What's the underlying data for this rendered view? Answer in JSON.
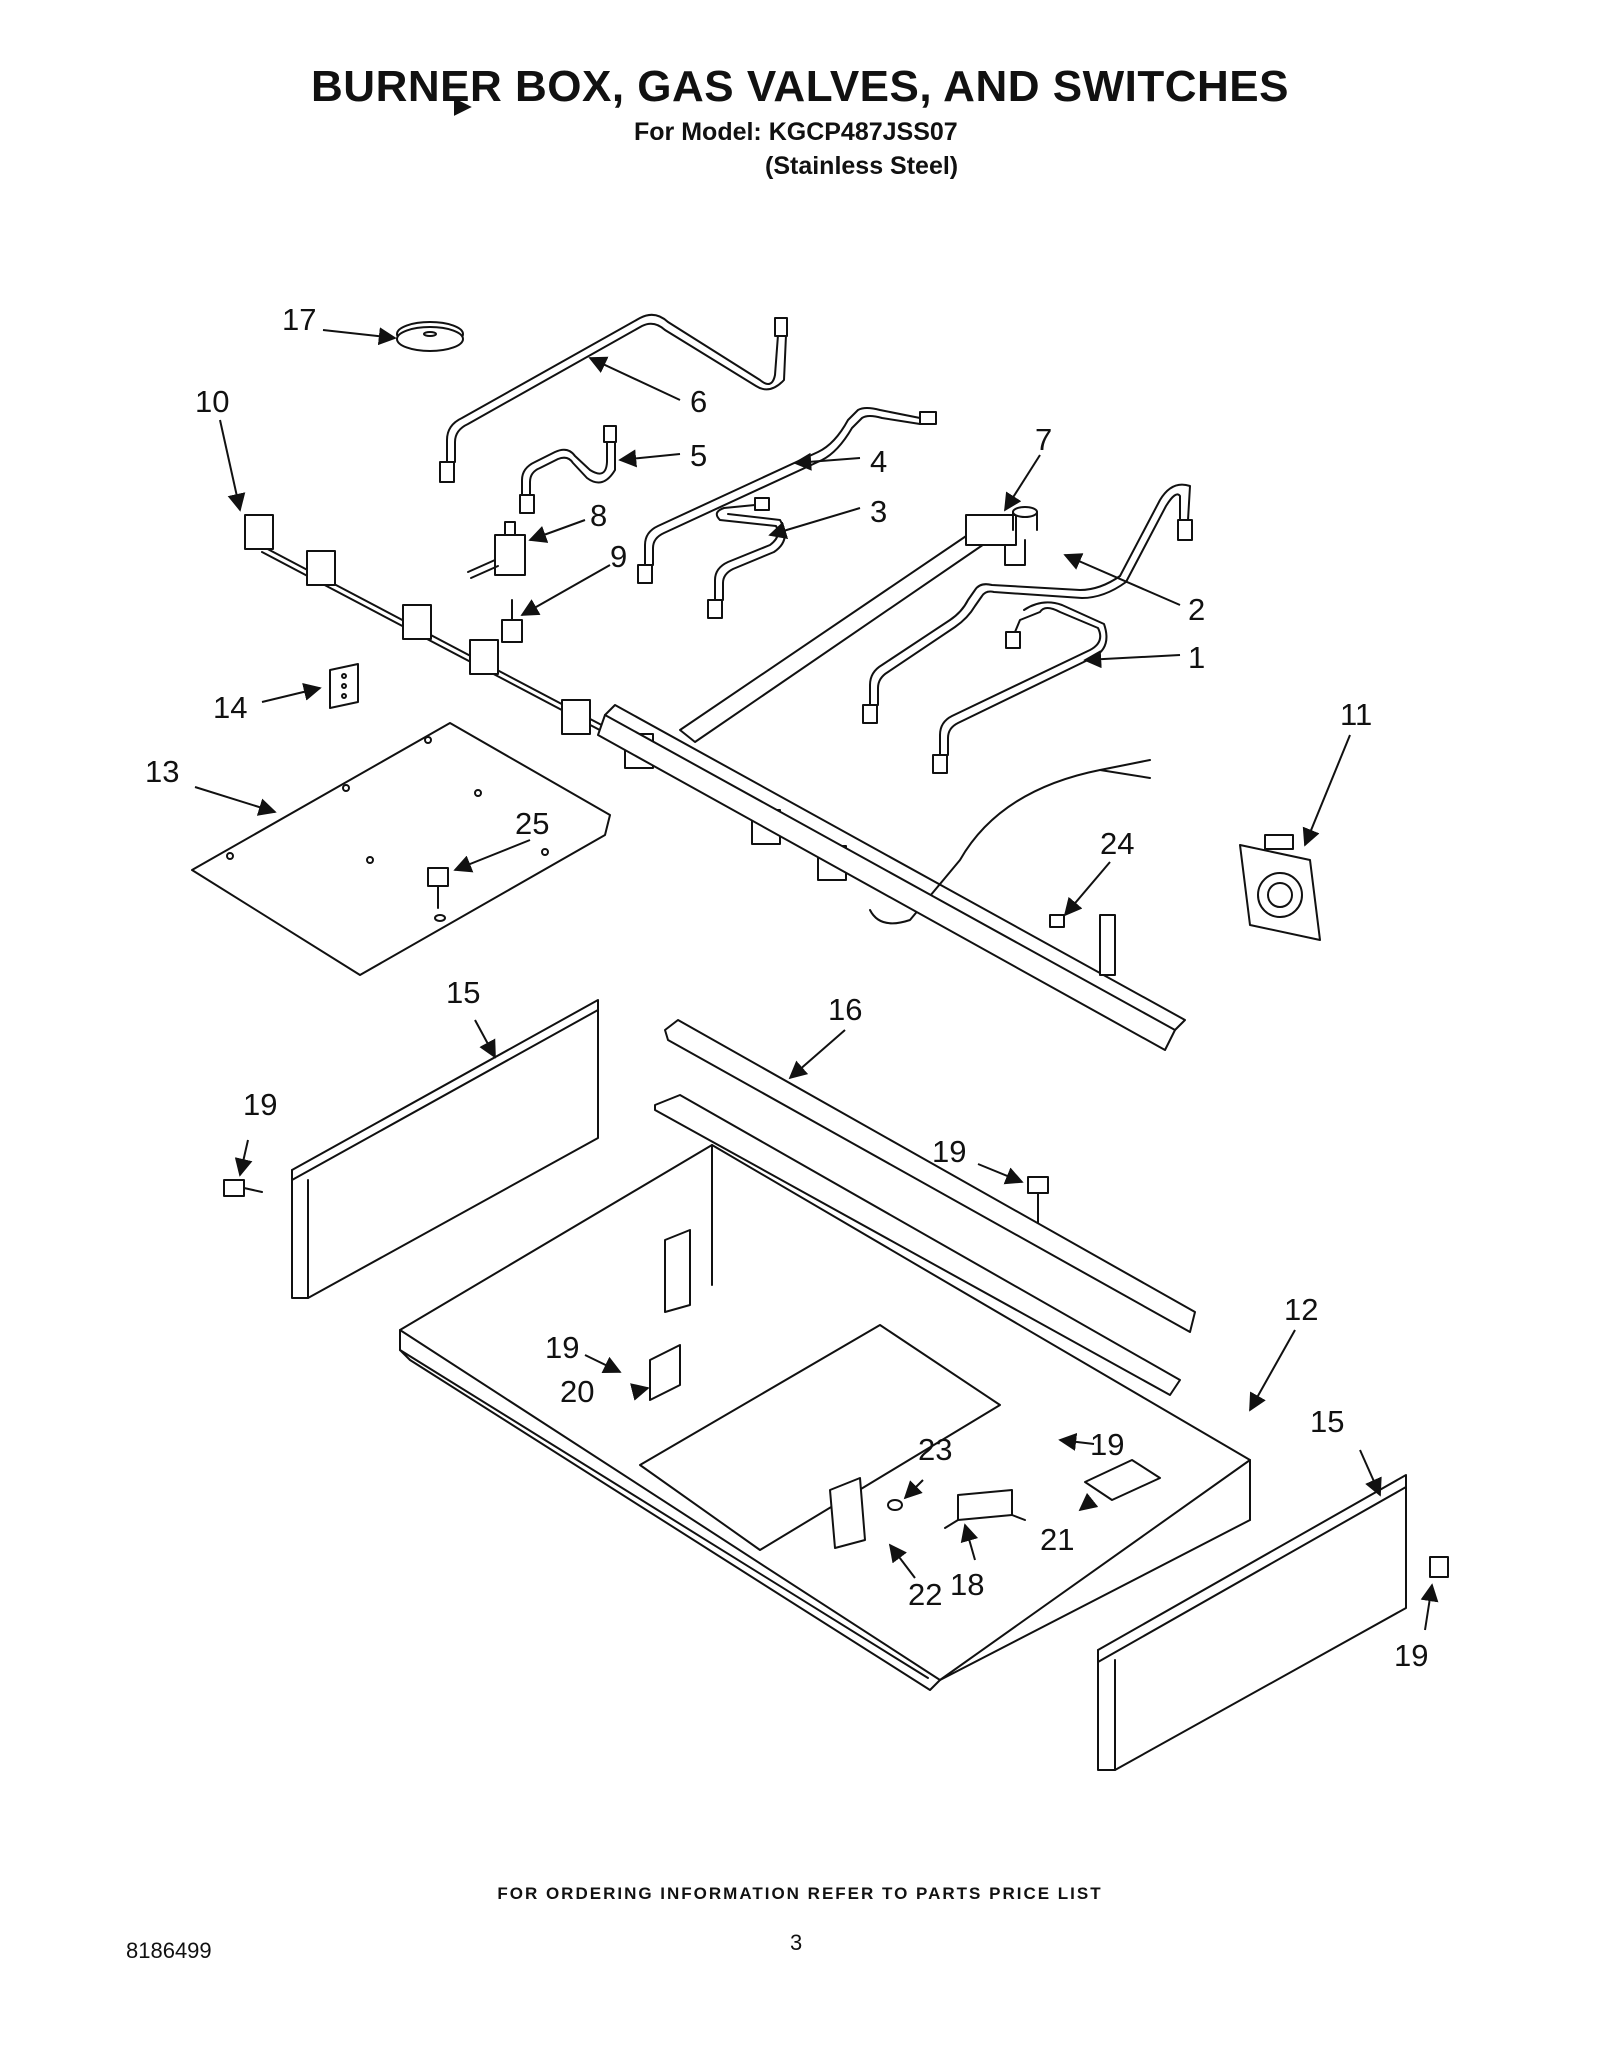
{
  "header": {
    "title": "BURNER BOX, GAS VALVES, AND SWITCHES",
    "model_line": "For Model: KGCP487JSS07",
    "finish_line": "(Stainless Steel)"
  },
  "diagram": {
    "callouts": [
      "1",
      "2",
      "3",
      "4",
      "5",
      "6",
      "7",
      "8",
      "9",
      "10",
      "11",
      "12",
      "13",
      "14",
      "15",
      "16",
      "17",
      "18",
      "19",
      "20",
      "21",
      "22",
      "23",
      "24",
      "25"
    ]
  },
  "footer": {
    "ordering_note": "FOR ORDERING INFORMATION REFER TO PARTS PRICE LIST",
    "doc_number": "8186499",
    "page_number": "3"
  }
}
